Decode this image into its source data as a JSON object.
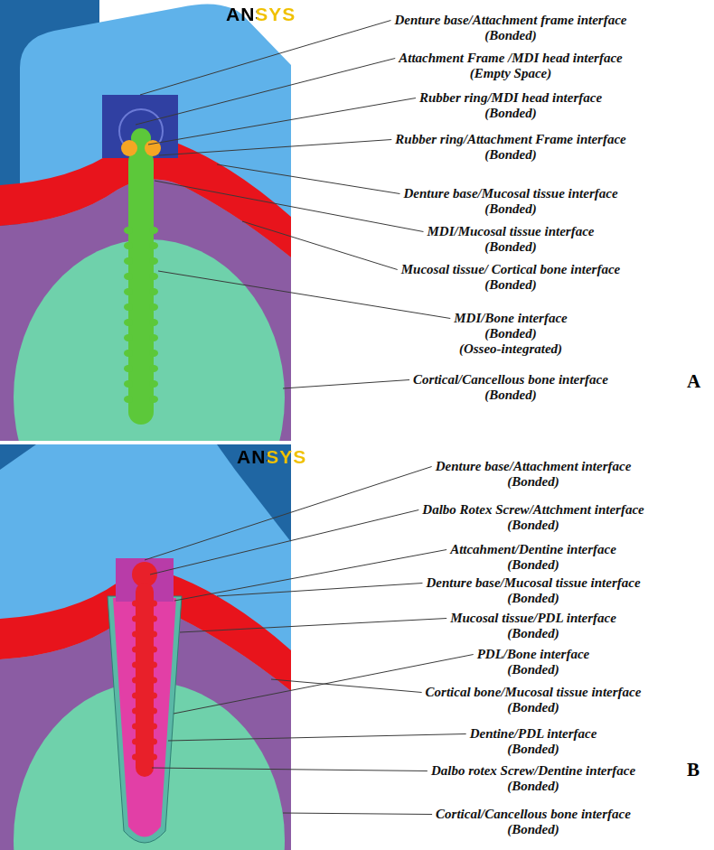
{
  "diagram": {
    "labels": [
      "ANSYS",
      "Denture base/Attachment frame interface",
      "(Bonded)",
      "Attachment Frame /MDI head interface",
      "(Empty Space)",
      "Rubber ring/MDI head interface",
      "(Bonded)",
      "Rubber ring/Attachment Frame interface",
      "(Bonded)",
      "Denture base/Mucosal tissue interface",
      "(Bonded)",
      "MDI/Mucosal tissue interface",
      "(Bonded)",
      "Mucosal tissue/ Cortical bone interface",
      "(Bonded)",
      "MDI/Bone interface",
      "(Bonded)",
      "(Osseo-integrated)",
      "Cortical/Cancellous bone interface",
      "(Bonded)",
      "A",
      "ANSYS",
      "Denture base/Attachment interface",
      "(Bonded)",
      "Dalbo Rotex Screw/Attchment interface",
      "(Bonded)",
      "Attcahment/Dentine interface",
      "(Bonded)",
      "Denture base/Mucosal tissue interface",
      "(Bonded)",
      "Mucosal tissue/PDL interface",
      "(Bonded)",
      "PDL/Bone interface",
      "(Bonded)",
      "Cortical bone/Mucosal tissue interface",
      "(Bonded)",
      "Dentine/PDL interface",
      "(Bonded)",
      "Dalbo rotex Screw/Dentine interface",
      "(Bonded)",
      "Cortical/Cancellous bone interface",
      "(Bonded)",
      "B"
    ]
  }
}
